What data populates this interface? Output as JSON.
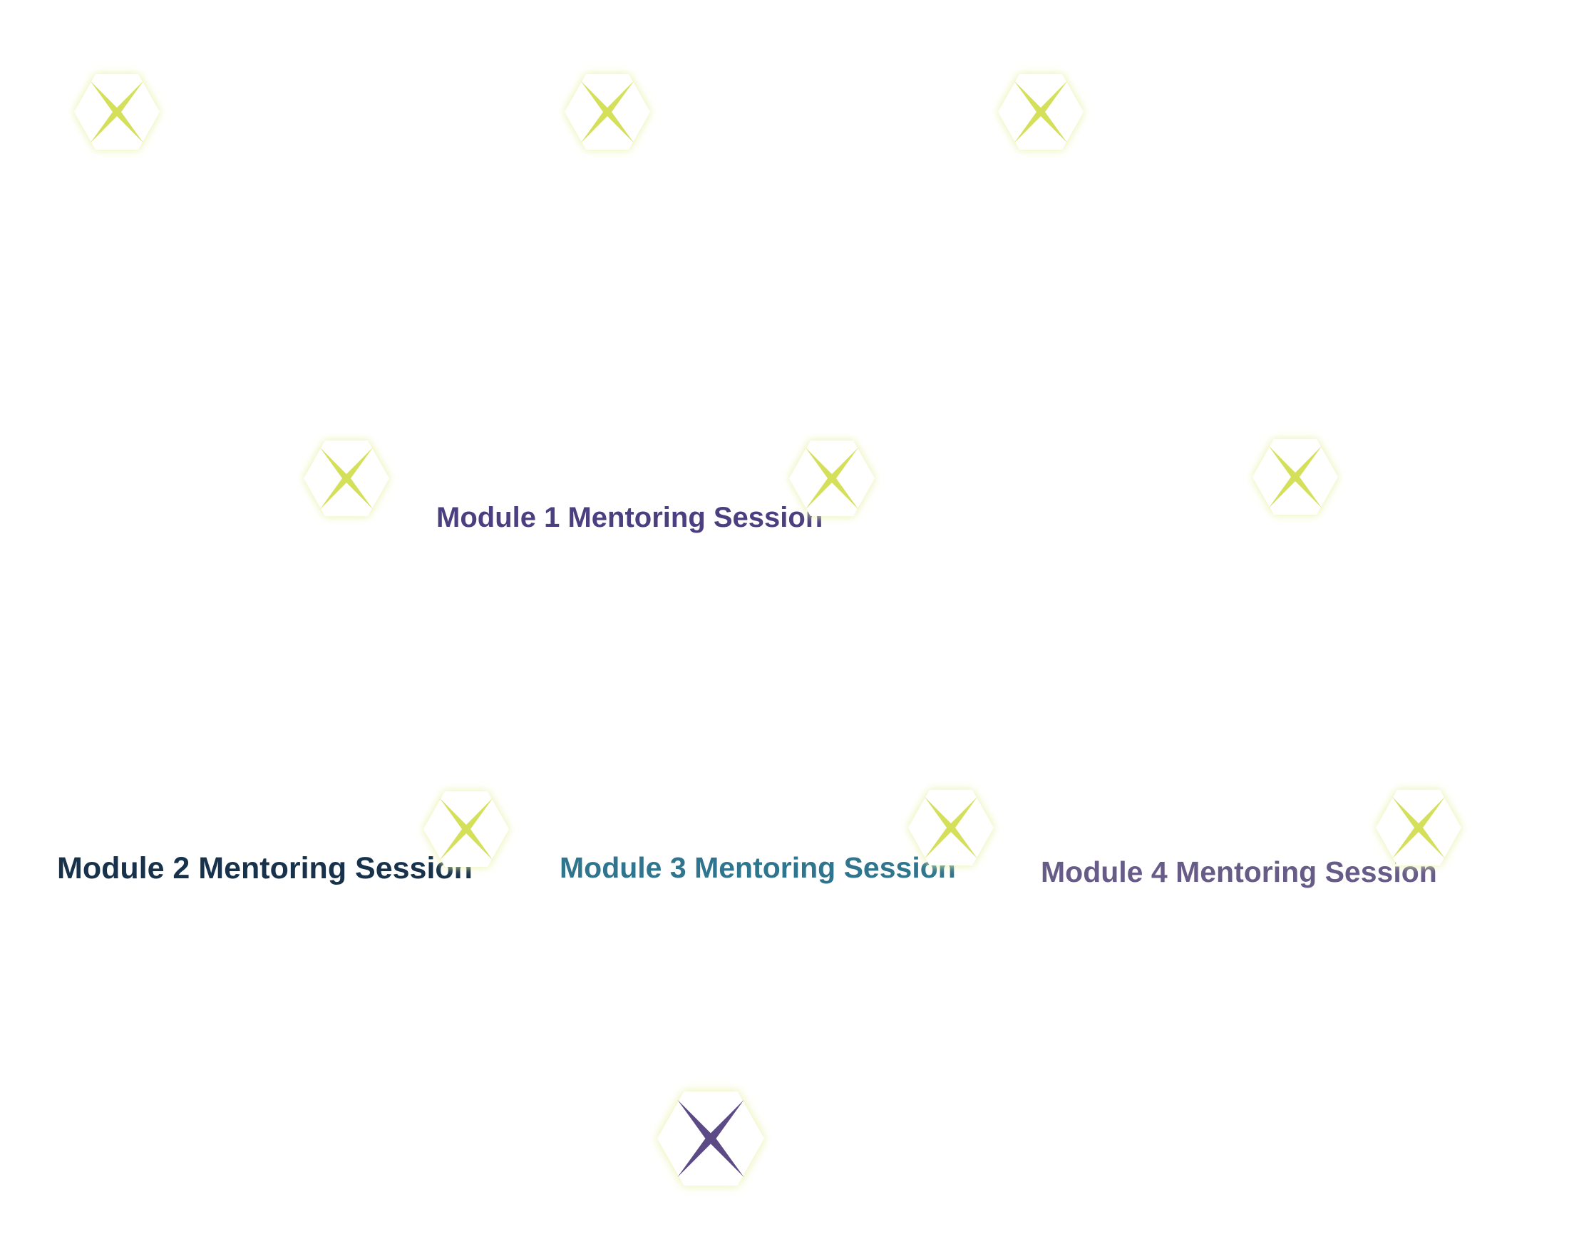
{
  "colors": {
    "glow": "#e9f0a4",
    "hexagon_fill": "#ffffff",
    "star_default": "#d4df5a",
    "star_main": "#5b4a85",
    "label_module_1": "#4b3f7f",
    "label_module_2": "#17324a",
    "label_module_3": "#2f758e",
    "label_module_4": "#665c87"
  },
  "icon_name": "x-star-hexagon-icon",
  "labels": {
    "module_1": "Module 1 Mentoring Session",
    "module_2": "Module 2 Mentoring Session",
    "module_3": "Module 3 Mentoring Session",
    "module_4": "Module 4 Mentoring Session"
  }
}
